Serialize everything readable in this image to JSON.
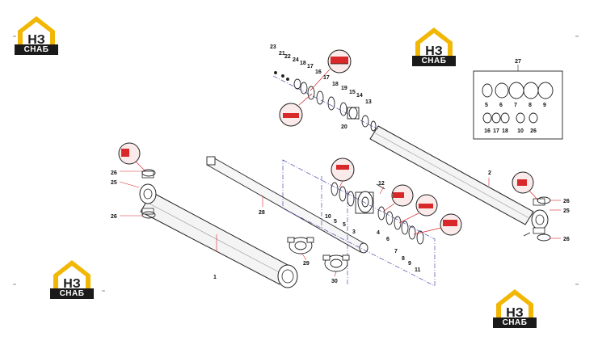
{
  "logo": {
    "mark": "НЗ",
    "caption": "СНАБ",
    "colors": {
      "yellow": "#f2b705",
      "dark": "#1a1a1a"
    }
  },
  "kit_box": {
    "title": "27",
    "row1": [
      "5",
      "6",
      "7",
      "8",
      "9"
    ],
    "row2": [
      "16",
      "17",
      "18",
      "10",
      "26"
    ]
  },
  "callouts": {
    "c23": "23",
    "c21": "21",
    "c22": "22",
    "c24": "24",
    "c18a": "18",
    "c17a": "17",
    "c16": "16",
    "c17b": "17",
    "c18b": "18",
    "c19": "19",
    "c15": "15",
    "c14": "14",
    "c13": "13",
    "c20": "20",
    "c2": "2",
    "c26a": "26",
    "c25a": "25",
    "c26b": "26",
    "c28": "28",
    "c1": "1",
    "c12": "12",
    "c10": "10",
    "c5a": "5",
    "c5b": "5",
    "c3": "3",
    "c4": "4",
    "c6": "6",
    "c7": "7",
    "c8": "8",
    "c9": "9",
    "c11": "11",
    "c29": "29",
    "c30": "30",
    "c26c": "26",
    "c25b": "25",
    "c26d": "26"
  }
}
